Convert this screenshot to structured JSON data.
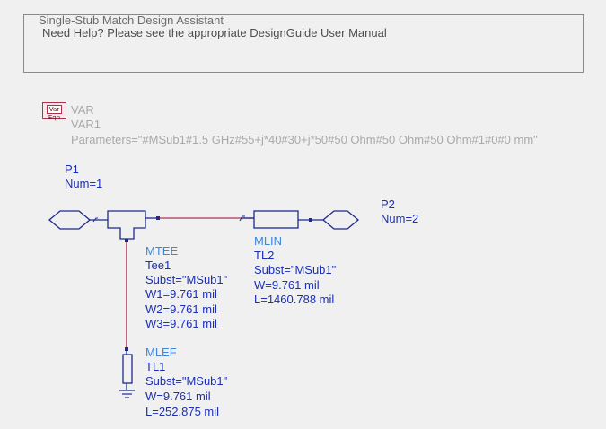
{
  "header": {
    "title": "Single-Stub Match Design Assistant",
    "help": "Need Help?  Please see the appropriate DesignGuide User Manual"
  },
  "var_block": {
    "icon_top": "Var",
    "icon_bottom": "Eqn",
    "type": "VAR",
    "name": "VAR1",
    "parameters": "Parameters=\"#MSub1#1.5 GHz#55+j*40#30+j*50#50 Ohm#50 Ohm#50 Ohm#1#0#0 mm\""
  },
  "p1": {
    "name": "P1",
    "num": "Num=1"
  },
  "p2": {
    "name": "P2",
    "num": "Num=2"
  },
  "mtee": {
    "type": "MTEE",
    "name": "Tee1",
    "subst": "Subst=\"MSub1\"",
    "w1": "W1=9.761 mil",
    "w2": "W2=9.761 mil",
    "w3": "W3=9.761 mil"
  },
  "mlin": {
    "type": "MLIN",
    "name": "TL2",
    "subst": "Subst=\"MSub1\"",
    "w": "W=9.761 mil",
    "l": "L=1460.788 mil"
  },
  "mlef": {
    "type": "MLEF",
    "name": "TL1",
    "subst": "Subst=\"MSub1\"",
    "w": "W=9.761 mil",
    "l": "L=252.875 mil"
  },
  "colors": {
    "wire": "#b0325a",
    "component": "#1c2b8a",
    "label_component": "#3d86d8",
    "label_text": "#1a2fb5",
    "disabled_text": "#a9a9a9",
    "background": "#f0f0f0"
  }
}
